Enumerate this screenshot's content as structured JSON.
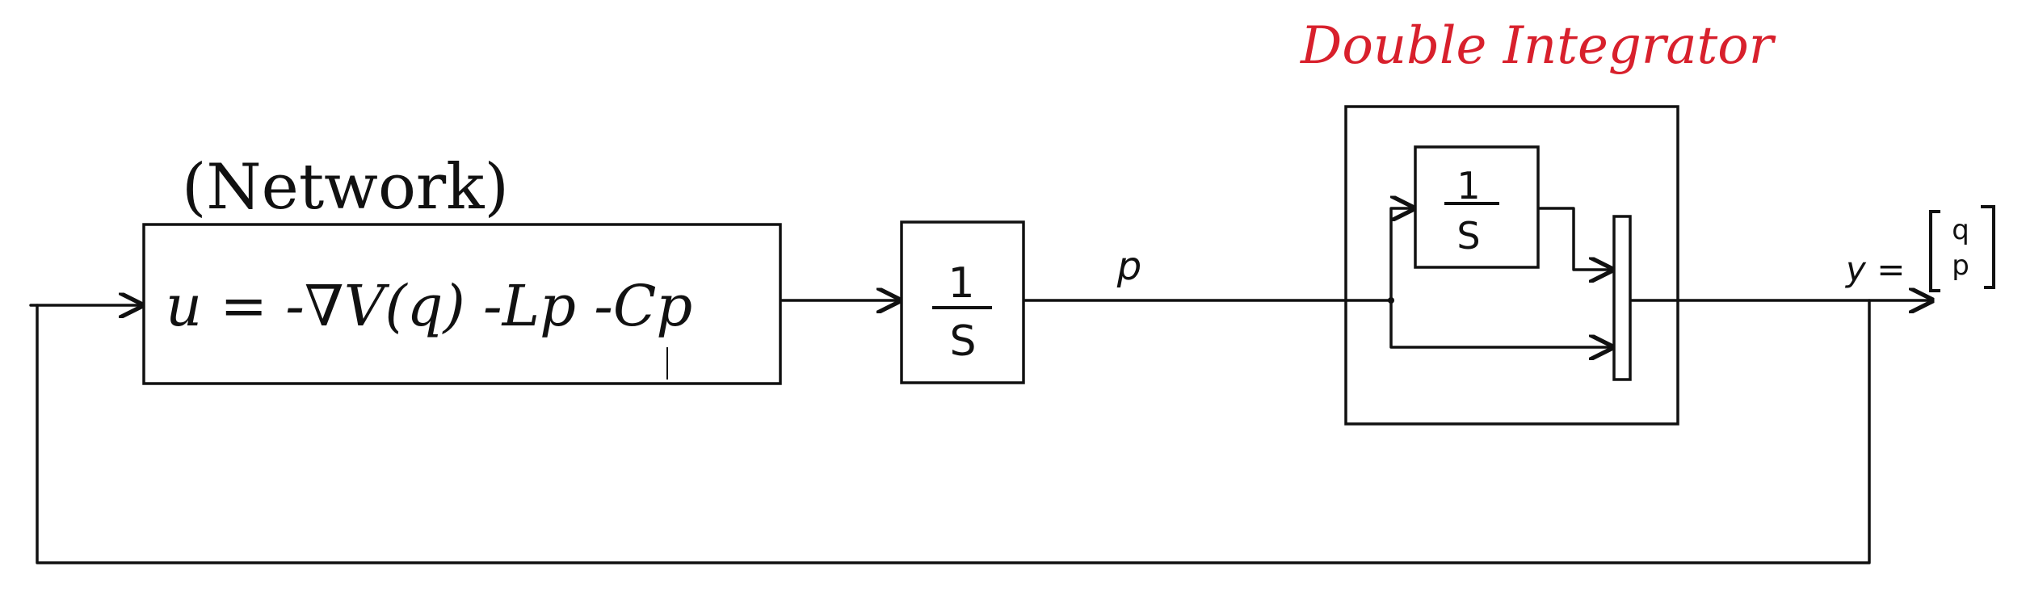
{
  "labels": {
    "network": "(Network)",
    "control_law": "u = -∇V(q) -Lp  -Cp",
    "integrator_num": "1",
    "integrator_den": "S",
    "signal_p": "p",
    "double_integrator_title": "Double Integrator",
    "inner_num": "1",
    "inner_den": "S",
    "output_lhs": "y =",
    "output_top": "q",
    "output_bottom": "p"
  },
  "colors": {
    "ink": "#111111",
    "title_red": "#d8202c"
  }
}
